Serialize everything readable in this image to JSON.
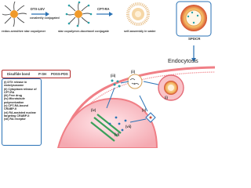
{
  "diagram": {
    "labels": {
      "polymer": "redox-sensitive star copolymer",
      "dtx": "DTX-LEV",
      "covalent": "covalently conjugated",
      "cpt": "CPT-RA",
      "conjugate": "star copolymer-docetaxel conjugate",
      "selfassembly": "self-assembly in water",
      "spdcr": "SPDCR",
      "endocytosis": "Endocytosis"
    },
    "key": {
      "disulfide": "Disulfide bond",
      "poss": "POSS-PDS",
      "pssh": "P-SH"
    },
    "legend": [
      "(i) DTX release in endolysosome",
      "(ii) Cytoplasm release of CPT-RA",
      "(iii) Free drug",
      "(iv) Microtubule polymerization",
      "(v) CPT-RA-bound CRABP-II",
      "(vi) RA-assisted nuclear targeting CRABP-II",
      "(vii) RA receptor"
    ],
    "step_labels": [
      "(i)",
      "(ii)",
      "(iii)",
      "(iv)",
      "(v)",
      "(vi)",
      "(vii)"
    ],
    "colors": {
      "membrane": "#f07f86",
      "nucleus": "#f7b3b9",
      "accent_blue": "#2a72b5",
      "poss_orange": "#f09a2a",
      "nanoparticle": "#d24a2d"
    }
  }
}
